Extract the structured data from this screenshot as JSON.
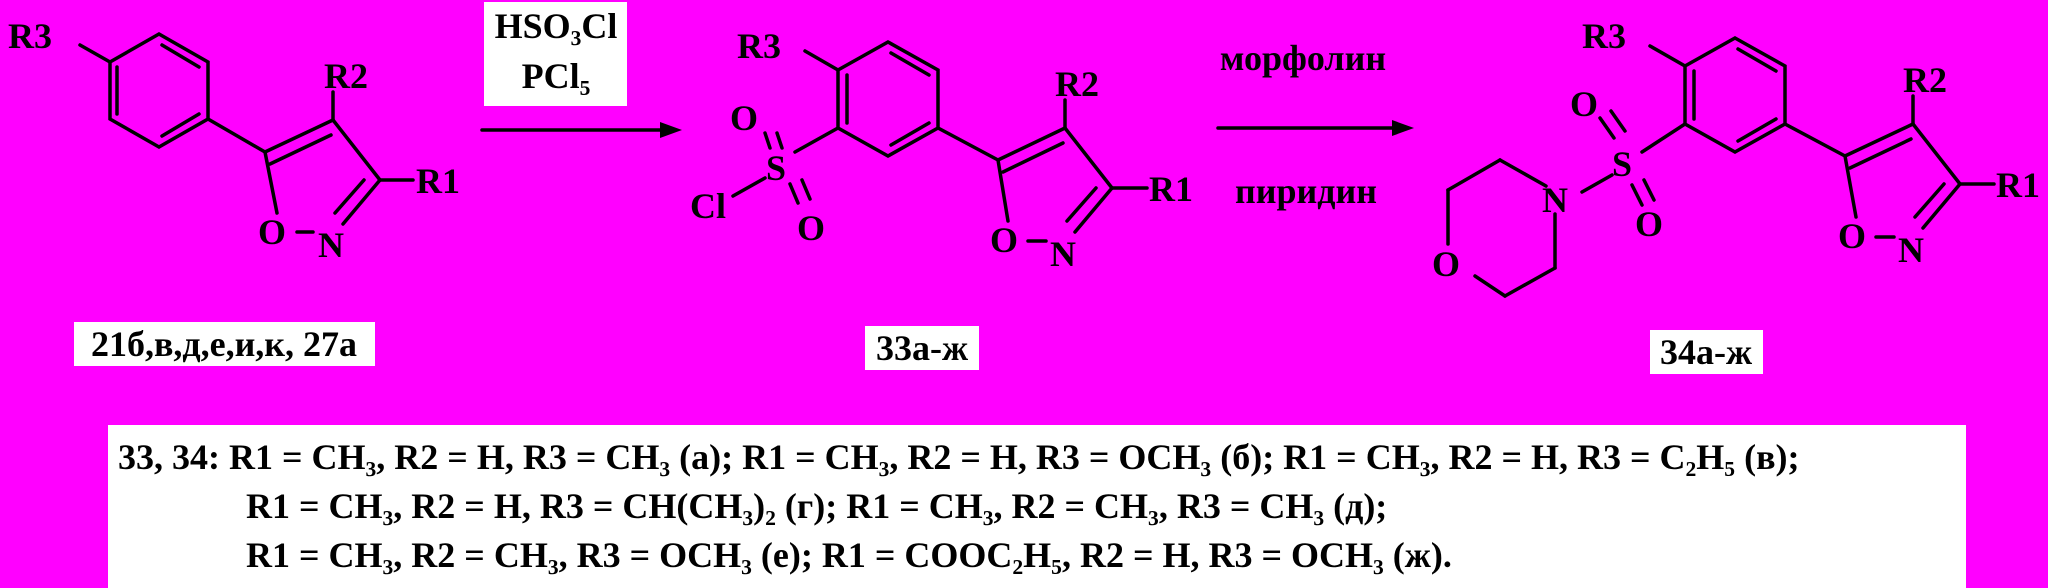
{
  "reagents": {
    "step1_top": "HSO₃Cl",
    "step1_bottom": "PCl₅",
    "step2_top": "морфолин",
    "step2_bottom": "пиридин"
  },
  "atoms": {
    "O": "O",
    "N": "N",
    "S": "S",
    "Cl": "Cl"
  },
  "substituents": {
    "R1": "R1",
    "R2": "R2",
    "R3": "R3"
  },
  "compounds": {
    "start": "21б,в,д,е,и,к, 27а",
    "intermediate": "33а-ж",
    "product": "34а-ж"
  },
  "legend": {
    "prefix": "33, 34:",
    "line1": "R1 = CH₃, R2 = H, R3 = CH₃ (а); R1 = CH₃, R2 = H, R3 = OCH₃ (б); R1 = CH₃, R2 = H, R3 = C₂H₅ (в);",
    "line2": "R1 = CH₃, R2 = H, R3 = CH(CH₃)₂ (г); R1 = CH₃, R2 = CH₃, R3 = CH₃ (д);",
    "line3": "R1 = CH₃, R2 = CH₃, R3 = OCH₃ (е); R1 = COOC₂H₅, R2 = H, R3 = OCH₃ (ж)."
  }
}
